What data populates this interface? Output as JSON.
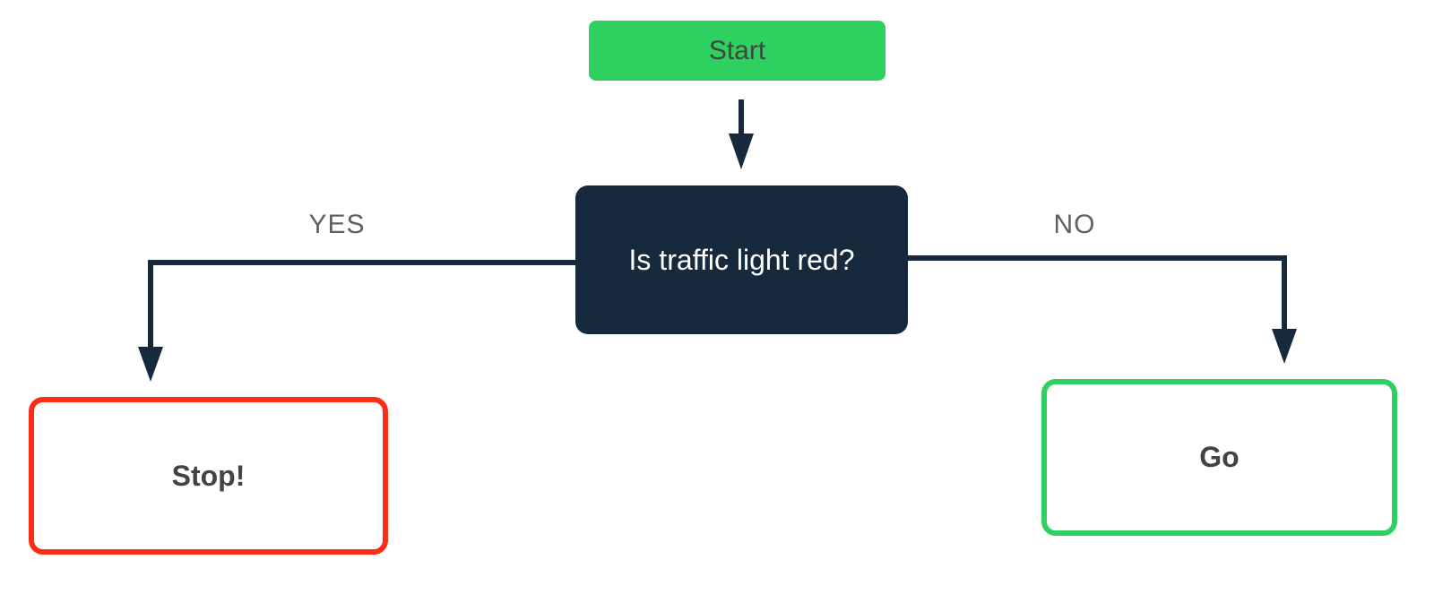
{
  "diagram": {
    "nodes": {
      "start": {
        "label": "Start",
        "fill": "#2ed15f",
        "text_color": "#434343"
      },
      "decision": {
        "label": "Is traffic light red?",
        "fill": "#16293d",
        "text_color": "#ffffff"
      },
      "stop": {
        "label": "Stop!",
        "border_color": "#fa2d16",
        "fill": "#ffffff",
        "text_color": "#434343"
      },
      "go": {
        "label": "Go",
        "border_color": "#2ed15f",
        "fill": "#ffffff",
        "text_color": "#434343"
      }
    },
    "edges": {
      "start_to_decision": {
        "from": "start",
        "to": "decision"
      },
      "yes": {
        "label": "YES",
        "from": "decision",
        "to": "stop"
      },
      "no": {
        "label": "NO",
        "from": "decision",
        "to": "go"
      }
    },
    "colors": {
      "connector": "#16293d",
      "edge_label_text": "#606060",
      "background": "#ffffff"
    }
  }
}
